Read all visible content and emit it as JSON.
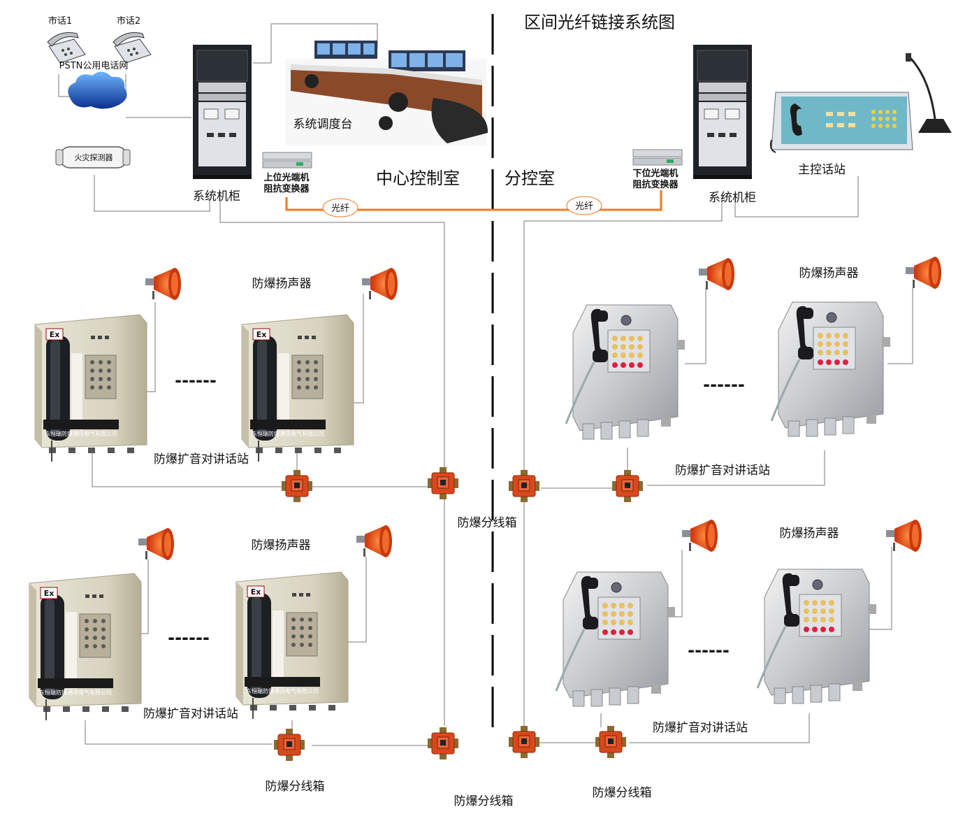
{
  "title": "区间光纤链接系统图",
  "zones": {
    "center": "中心控制室",
    "branch": "分控室"
  },
  "phones": {
    "phone1": "市话1",
    "phone2": "市话2",
    "pstn": "PSTN公用电话网"
  },
  "fire_detector": "火灾探测器",
  "cabinet": "系统机柜",
  "console": "系统调度台",
  "upper_converter": {
    "line1": "上位光端机",
    "line2": "阻抗变换器"
  },
  "lower_converter": {
    "line1": "下位光端机",
    "line2": "阻抗变换器"
  },
  "fiber": "光纤",
  "master_station": "主控话站",
  "speaker": "防爆扬声器",
  "intercom": "防爆扩音对讲话站",
  "junction": "防爆分线箱",
  "ex_mark": "Ex",
  "company": "东恒瑞防爆通讯电气有限公司",
  "dots": "------",
  "colors": {
    "title": "#f08030",
    "zone": "#3aa838",
    "fiber": "#f07820",
    "junction": "#d9481c",
    "horn": "#e8501a"
  }
}
